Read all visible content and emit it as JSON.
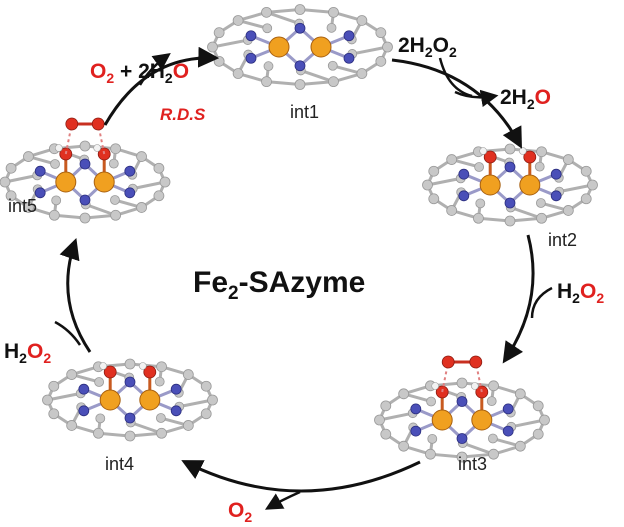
{
  "title": {
    "main": "Fe",
    "sub": "2",
    "rest": "-SAzyme"
  },
  "colors": {
    "red": "#e0211f",
    "black": "#111111",
    "fe": "#f0a020",
    "n": "#4a4fb8",
    "c": "#c8c8c8",
    "o": "#e03020",
    "h": "#f2f2f2"
  },
  "intermediates": [
    {
      "label": "int1"
    },
    {
      "label": "int2"
    },
    {
      "label": "int3"
    },
    {
      "label": "int4"
    },
    {
      "label": "int5"
    }
  ],
  "steps": [
    {
      "text": "2H2O2"
    },
    {
      "text": "2H2O"
    },
    {
      "text": "H2O2"
    },
    {
      "text": "O2"
    },
    {
      "text": "H2O2"
    },
    {
      "text": "O2 + 2H2O"
    },
    {
      "text": "R.D.S"
    }
  ]
}
